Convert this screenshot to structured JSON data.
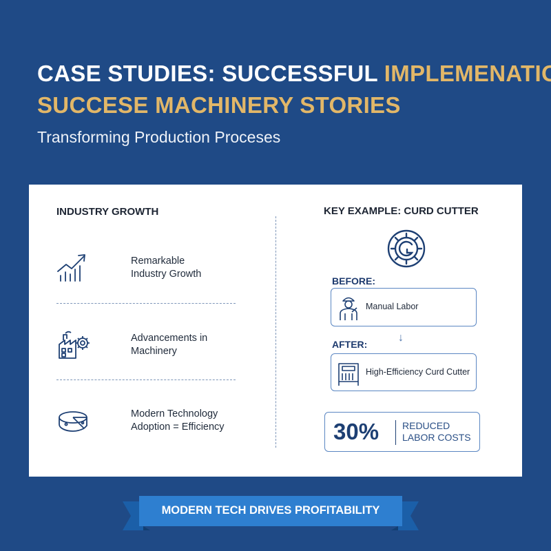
{
  "title": {
    "line1_white": "CASE STUDIES: SUCCESSFUL",
    "line1_gold": "IMPLEMENATION",
    "line2_gold": "SUCCESE MACHINERY STORIES",
    "subtitle": "Transforming Production Proceses"
  },
  "left": {
    "heading": "INDUSTRY GROWTH",
    "items": [
      {
        "icon": "growth-chart-icon",
        "line1": "Remarkable",
        "line2": "Industry Growth"
      },
      {
        "icon": "factory-gear-icon",
        "line1": "Advancements in",
        "line2": "Machinery"
      },
      {
        "icon": "cheese-wheel-icon",
        "line1": "Modern Technology",
        "line2": "Adoption = Efficiency"
      }
    ]
  },
  "right": {
    "heading": "KEY EXAMPLE: CURD CUTTER",
    "badge_icon": "gear-badge-icon",
    "before_label": "BEFORE:",
    "before_text": "Manual Labor",
    "before_icon": "worker-icon",
    "arrow": "↓",
    "after_label": "AFTER:",
    "after_text": "High-Efficiency Curd Cutter",
    "after_icon": "curd-cutter-machine-icon",
    "stat_value": "30%",
    "stat_line1": "REDUCED",
    "stat_line2": "LABOR COSTS"
  },
  "banner": {
    "text": "MODERN TECH DRIVES PROFITABILITY"
  },
  "colors": {
    "background": "#1f4a86",
    "gold": "#e2b768",
    "banner": "#2e7fd0",
    "accent_outline": "#5a86c2"
  }
}
